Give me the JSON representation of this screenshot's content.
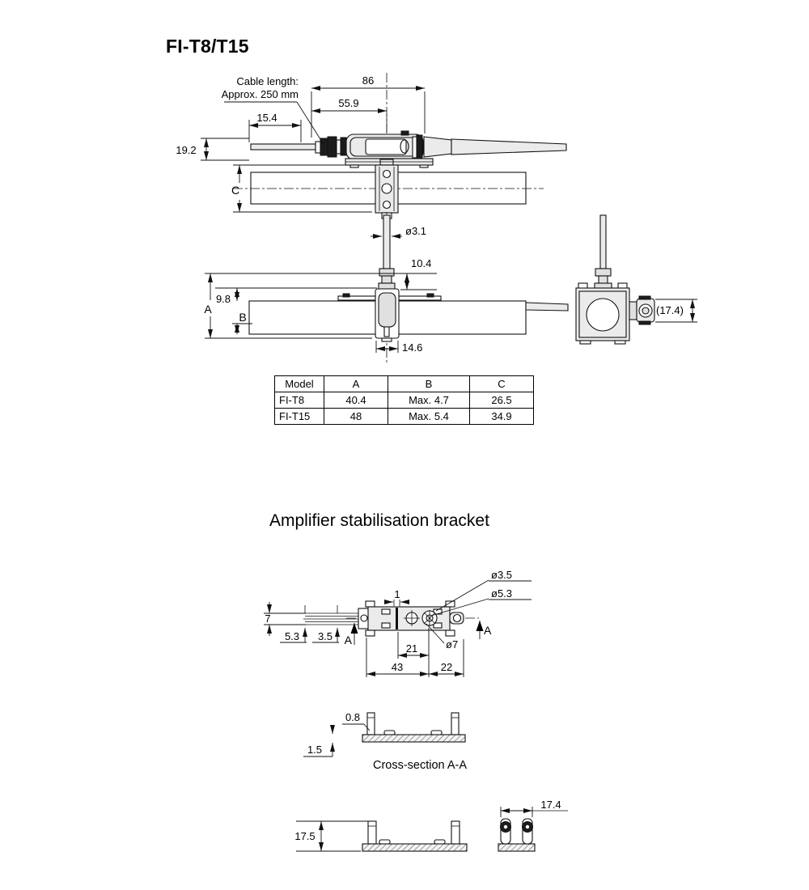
{
  "title": "FI-T8/T15",
  "top_view": {
    "cable_note_line1": "Cable length:",
    "cable_note_line2": "Approx. 250 mm",
    "dim_86": "86",
    "dim_559": "55.9",
    "dim_154": "15.4",
    "dim_192": "19.2",
    "dim_c": "C"
  },
  "front_view": {
    "dim_dia31": "ø3.1",
    "dim_104": "10.4",
    "dim_98": "9.8",
    "dim_a": "A",
    "dim_b": "B",
    "dim_146": "14.6"
  },
  "side_view": {
    "dim_174": "(17.4)"
  },
  "model_table": {
    "headers": [
      "Model",
      "A",
      "B",
      "C"
    ],
    "rows": [
      {
        "model": "FI-T8",
        "a": "40.4",
        "b": "Max. 4.7",
        "c": "26.5"
      },
      {
        "model": "FI-T15",
        "a": "48",
        "b": "Max. 5.4",
        "c": "34.9"
      }
    ]
  },
  "bracket_section": {
    "title": "Amplifier stabilisation bracket",
    "top_view": {
      "dim_dia35": "ø3.5",
      "dim_dia53": "ø5.3",
      "dim_1": "1",
      "dim_7": "7",
      "dim_53": "5.3",
      "dim_35": "3.5",
      "section_a_left": "A",
      "section_a_right": "A",
      "dim_21": "21",
      "dim_dia7": "ø7",
      "dim_43": "43",
      "dim_22": "22"
    },
    "cross_section": {
      "dim_08": "0.8",
      "dim_15": "1.5",
      "caption": "Cross-section A-A"
    },
    "front_view": {
      "dim_175": "17.5"
    },
    "side_view": {
      "dim_174": "17.4"
    }
  }
}
